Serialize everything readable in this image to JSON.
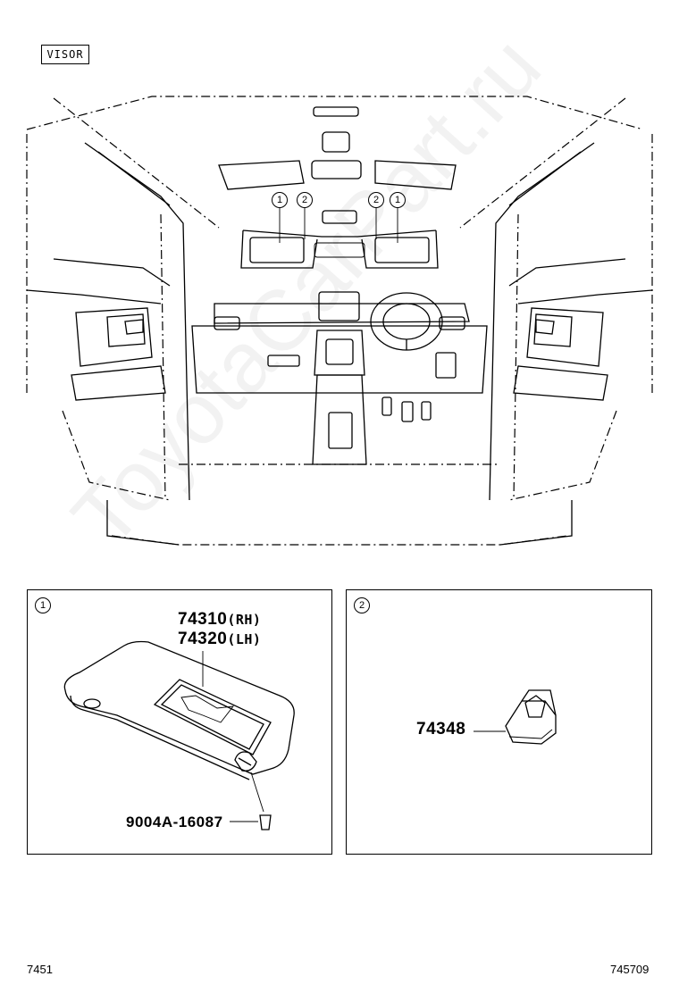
{
  "section_tag": "VISOR",
  "callouts": {
    "one": "1",
    "two": "2"
  },
  "panel_1": {
    "callout": "1",
    "part_rh": "74310",
    "suffix_rh": "(RH)",
    "part_lh": "74320",
    "suffix_lh": "(LH)",
    "screw_part": "9004A-16087"
  },
  "panel_2": {
    "callout": "2",
    "clip_part": "74348"
  },
  "footer": {
    "left_code": "7451",
    "right_code": "745709"
  },
  "watermark": "ToyotaCarPart.ru"
}
